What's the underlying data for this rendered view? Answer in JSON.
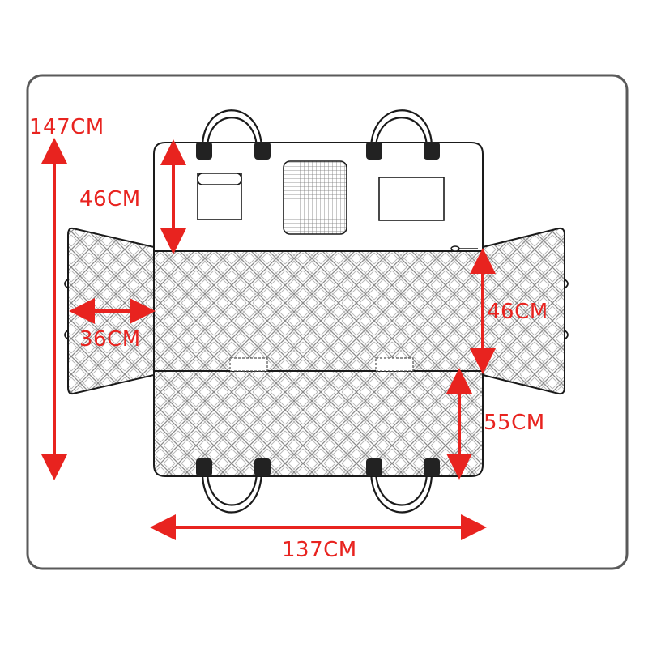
{
  "dimensions": {
    "total_length": "147CM",
    "backrest_height": "46CM",
    "side_flap_width": "36CM",
    "seat_depth": "46CM",
    "front_flap_height": "55CM",
    "total_width": "137CM"
  },
  "colors": {
    "dimension": "#e8231f",
    "outline": "#1a1a1a",
    "frame": "#5a5a5a",
    "quilt_line": "#8a8a8a",
    "strap_tab": "#222222",
    "background": "#ffffff"
  },
  "icons": {
    "arrow": "double-headed-arrow",
    "strap": "handle-strap",
    "pocket": "storage-pocket",
    "mesh_window": "mesh-window-icon",
    "zipper": "zipper-pull"
  }
}
